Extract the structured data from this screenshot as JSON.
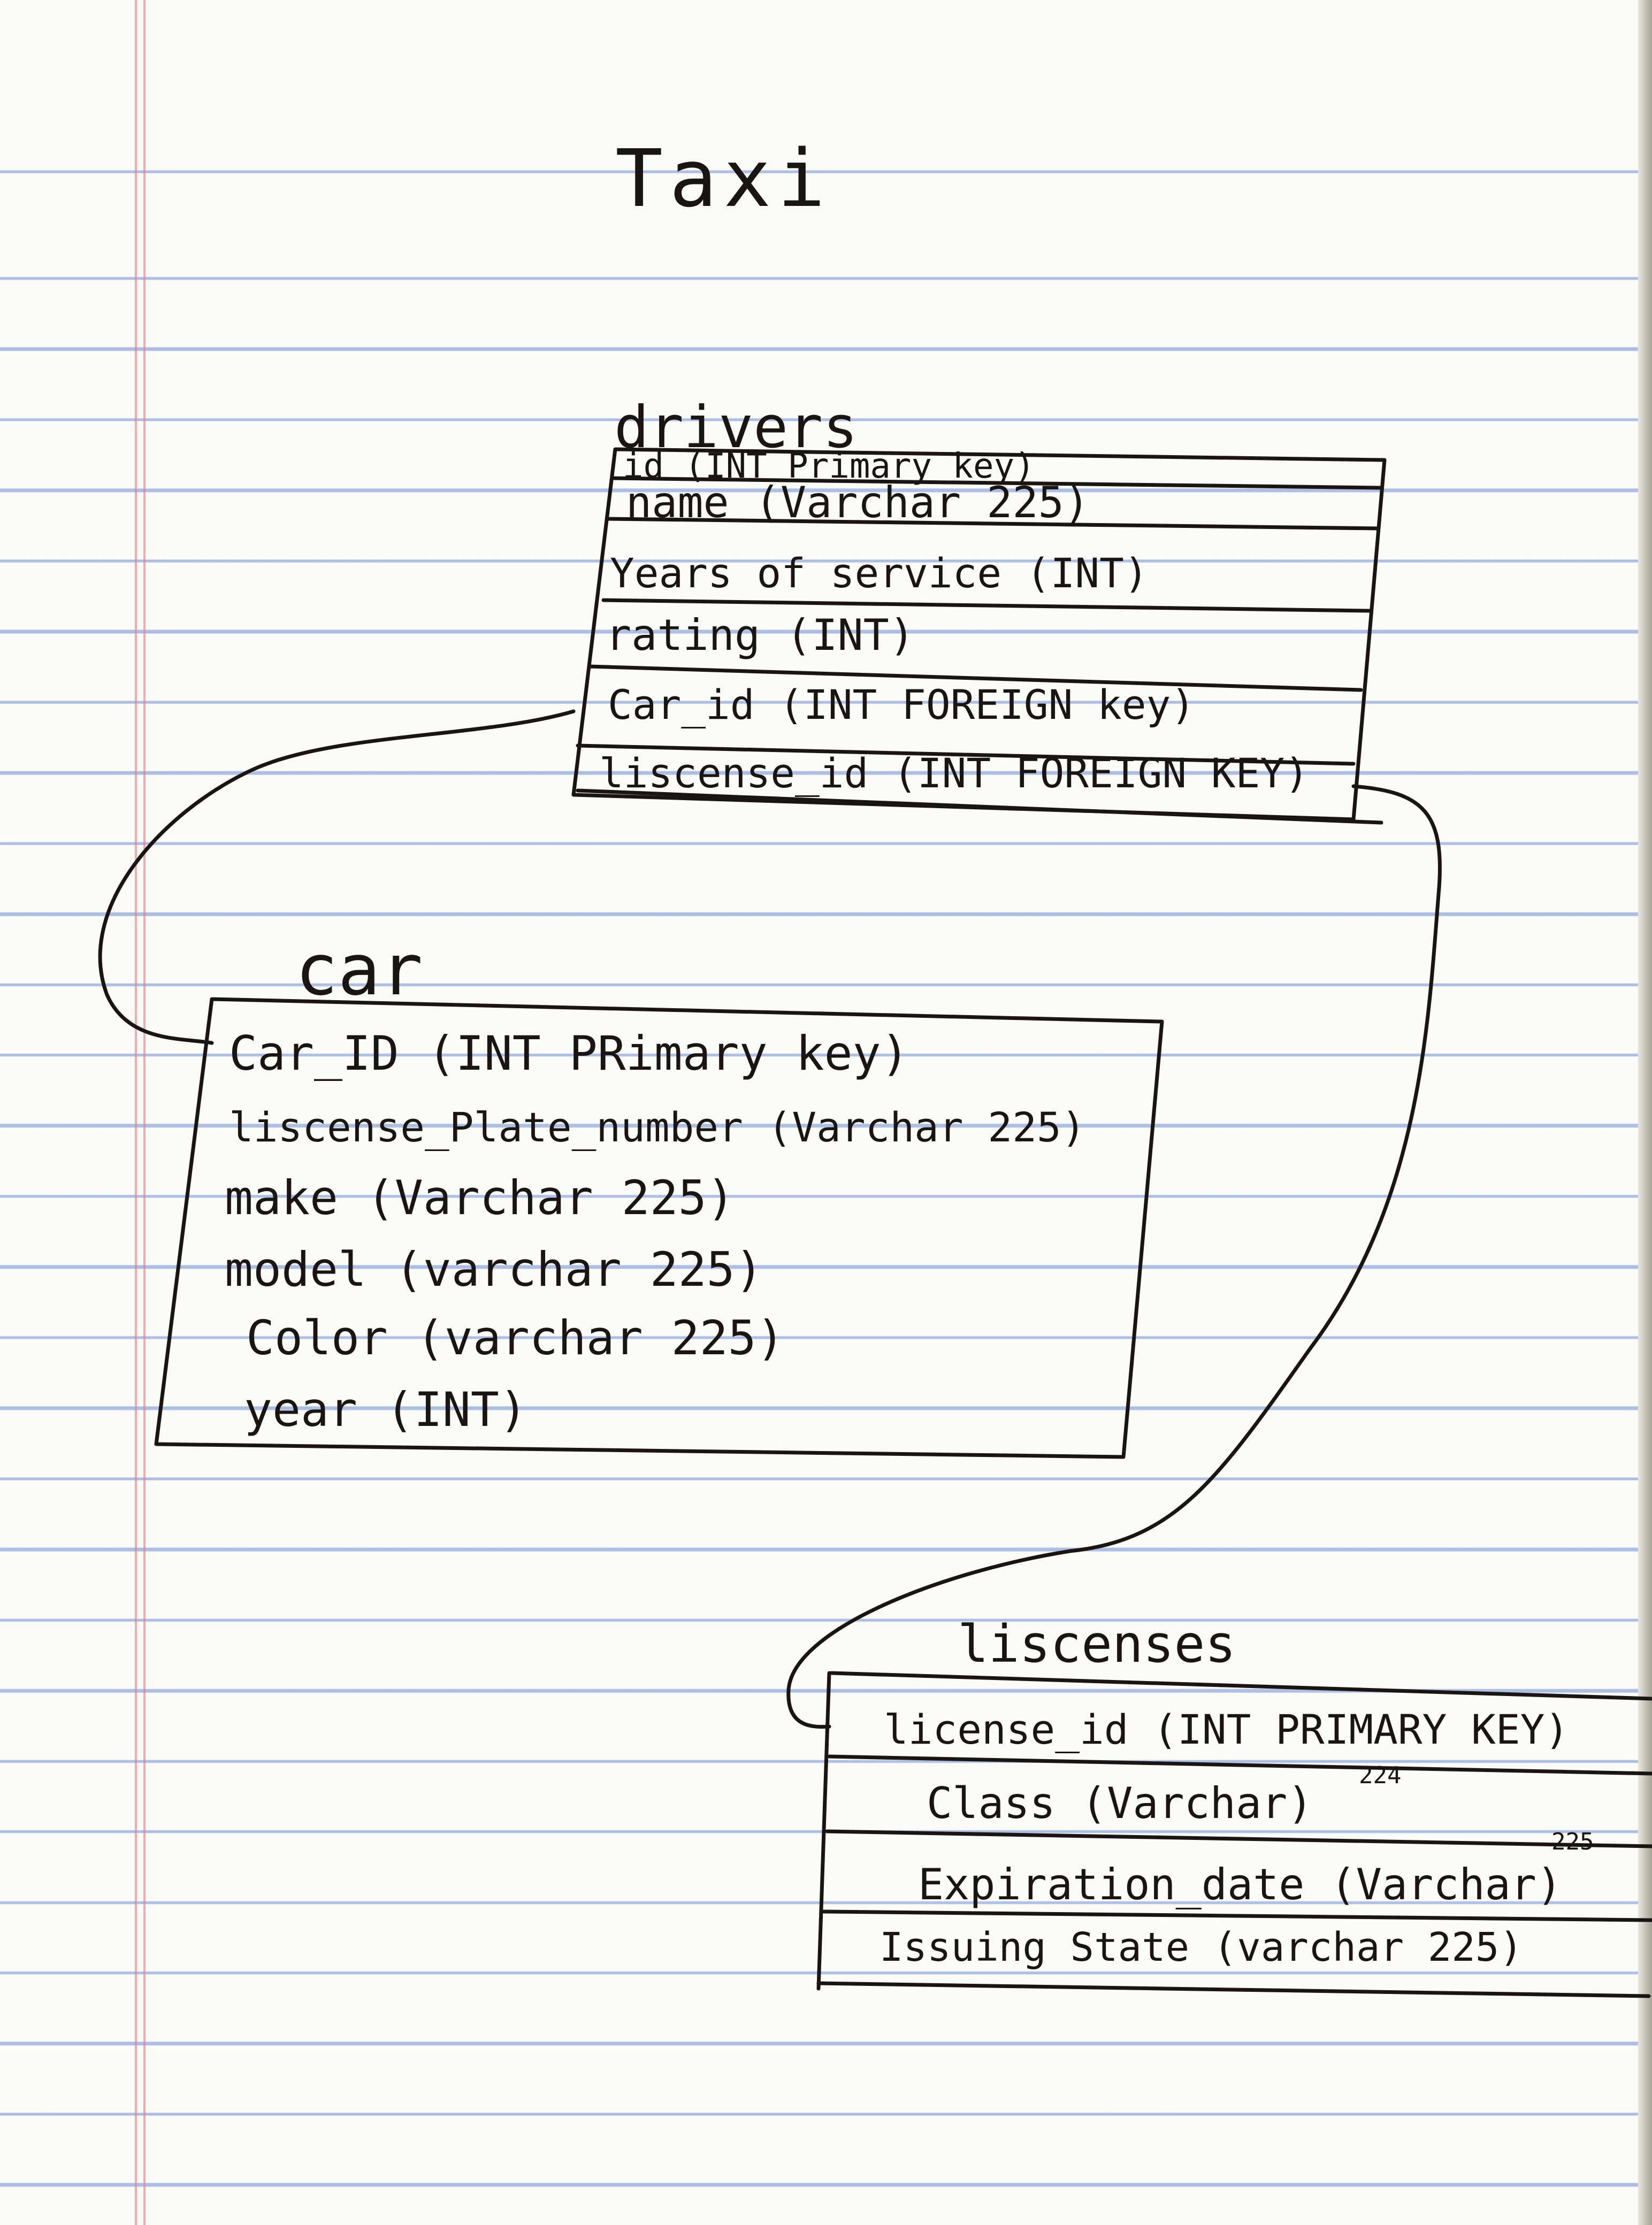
{
  "title": "Taxi",
  "tables": {
    "drivers": {
      "name": "drivers",
      "columns": [
        "id (INT Primary key)",
        "name (Varchar 225)",
        "Years of service (INT)",
        "rating (INT)",
        "Car_id (INT FOREIGN key)",
        "liscense_id (INT FOREIGN KEY)"
      ]
    },
    "car": {
      "name": "car",
      "columns": [
        "Car_ID (INT PRimary key)",
        "liscense_Plate_number (Varchar 225)",
        "make (Varchar 225)",
        "model (varchar 225)",
        "Color (varchar 225)",
        "year (INT)"
      ]
    },
    "licenses": {
      "name": "liscenses",
      "columns": [
        "license_id (INT PRIMARY KEY)",
        "Class (Varchar)",
        "Expiration_date (Varchar)",
        "Issuing State (varchar 225)"
      ],
      "superscripts": [
        "224",
        "225"
      ]
    }
  },
  "relationships": [
    {
      "from": "drivers.Car_id",
      "to": "car.Car_ID"
    },
    {
      "from": "drivers.liscense_id",
      "to": "liscenses.license_id"
    }
  ],
  "colors": {
    "ink": "#1a1512",
    "rule_line": "#6c8cd2",
    "margin_line": "#e6788a",
    "paper": "#fbfbf7"
  }
}
